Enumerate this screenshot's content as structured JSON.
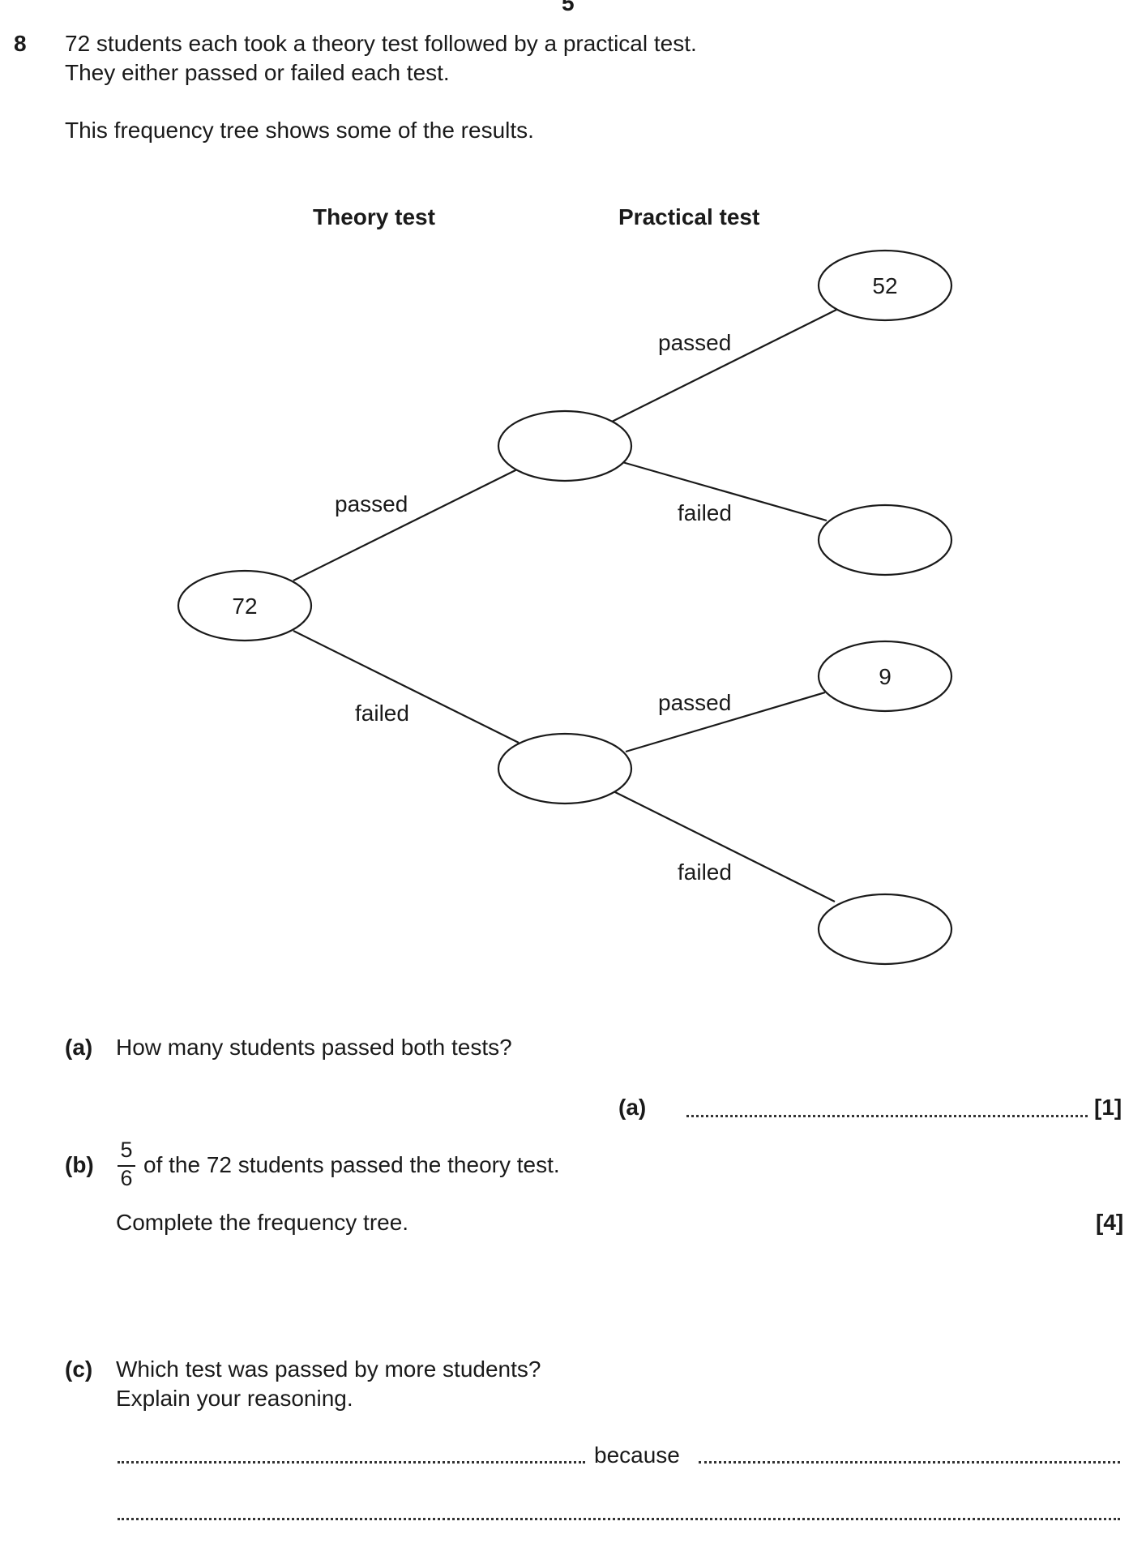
{
  "page_number": "5",
  "question": {
    "number": "8",
    "intro_line1": "72 students each took a theory test followed by a practical test.",
    "intro_line2": "They either passed or failed each test.",
    "intro_line3": "This frequency tree shows some of the results."
  },
  "tree": {
    "header_theory": "Theory test",
    "header_practical": "Practical test",
    "root_value": "72",
    "theory_passed_label": "passed",
    "theory_failed_label": "failed",
    "pp_label": "passed",
    "pf_label": "failed",
    "fp_label": "passed",
    "ff_label": "failed",
    "leaf_pp_value": "52",
    "leaf_pf_value": "",
    "leaf_fp_value": "9",
    "leaf_ff_value": "",
    "node_theory_pass_value": "",
    "node_theory_fail_value": ""
  },
  "part_a": {
    "label": "(a)",
    "text": "How many students passed both tests?",
    "answer_label": "(a)",
    "marks": "[1]"
  },
  "part_b": {
    "label": "(b)",
    "frac_num": "5",
    "frac_den": "6",
    "text": "of the 72 students passed the theory test.",
    "instruction": "Complete the frequency tree.",
    "marks": "[4]"
  },
  "part_c": {
    "label": "(c)",
    "line1": "Which test was passed by more students?",
    "line2": "Explain your reasoning.",
    "because": "because"
  }
}
